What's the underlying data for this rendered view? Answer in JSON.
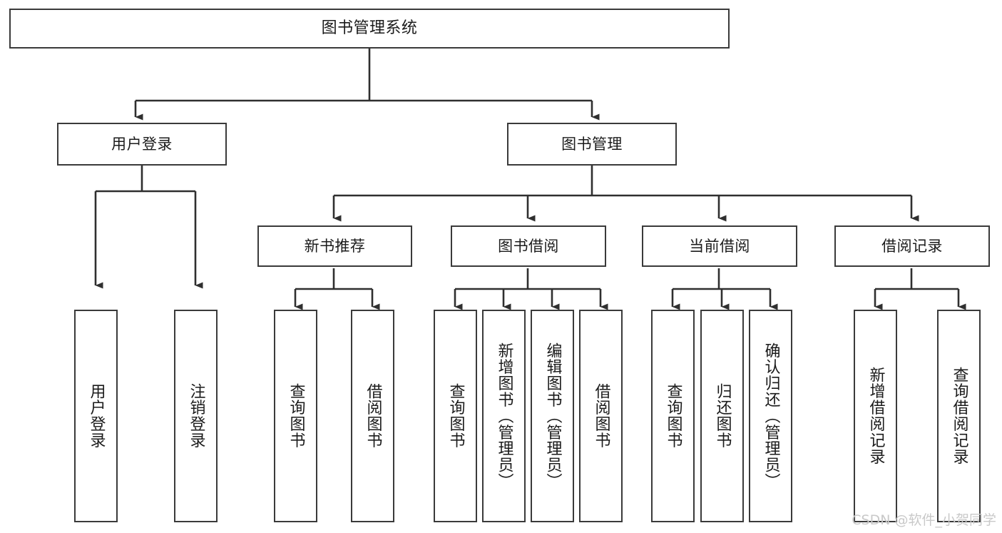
{
  "diagram": {
    "type": "tree",
    "title": "图书管理系统",
    "root": {
      "label": "图书管理系统"
    },
    "level2": [
      {
        "label": "用户登录"
      },
      {
        "label": "图书管理"
      }
    ],
    "level3": [
      {
        "label": "新书推荐"
      },
      {
        "label": "图书借阅"
      },
      {
        "label": "当前借阅"
      },
      {
        "label": "借阅记录"
      }
    ],
    "leaves": {
      "user_login": [
        {
          "label": "用户登录"
        },
        {
          "label": "注销登录"
        }
      ],
      "new_book_recommend": [
        {
          "label": "查询图书"
        },
        {
          "label": "借阅图书"
        }
      ],
      "book_borrow": [
        {
          "label": "查询图书"
        },
        {
          "label": "新增图书（管理员）"
        },
        {
          "label": "编辑图书（管理员）"
        },
        {
          "label": "借阅图书"
        }
      ],
      "current_borrow": [
        {
          "label": "查询图书"
        },
        {
          "label": "归还图书"
        },
        {
          "label": "确认归还（管理员）"
        }
      ],
      "borrow_record": [
        {
          "label": "新增借阅记录"
        },
        {
          "label": "查询借阅记录"
        }
      ]
    }
  },
  "watermark": {
    "text": "CSDN @软件_小贺同学"
  },
  "colors": {
    "box_border": "#3a3a3a",
    "box_fill": "#ffffff",
    "connector": "#2f2f2f",
    "text": "#1b1b1b",
    "watermark": "#c9c9c9"
  }
}
